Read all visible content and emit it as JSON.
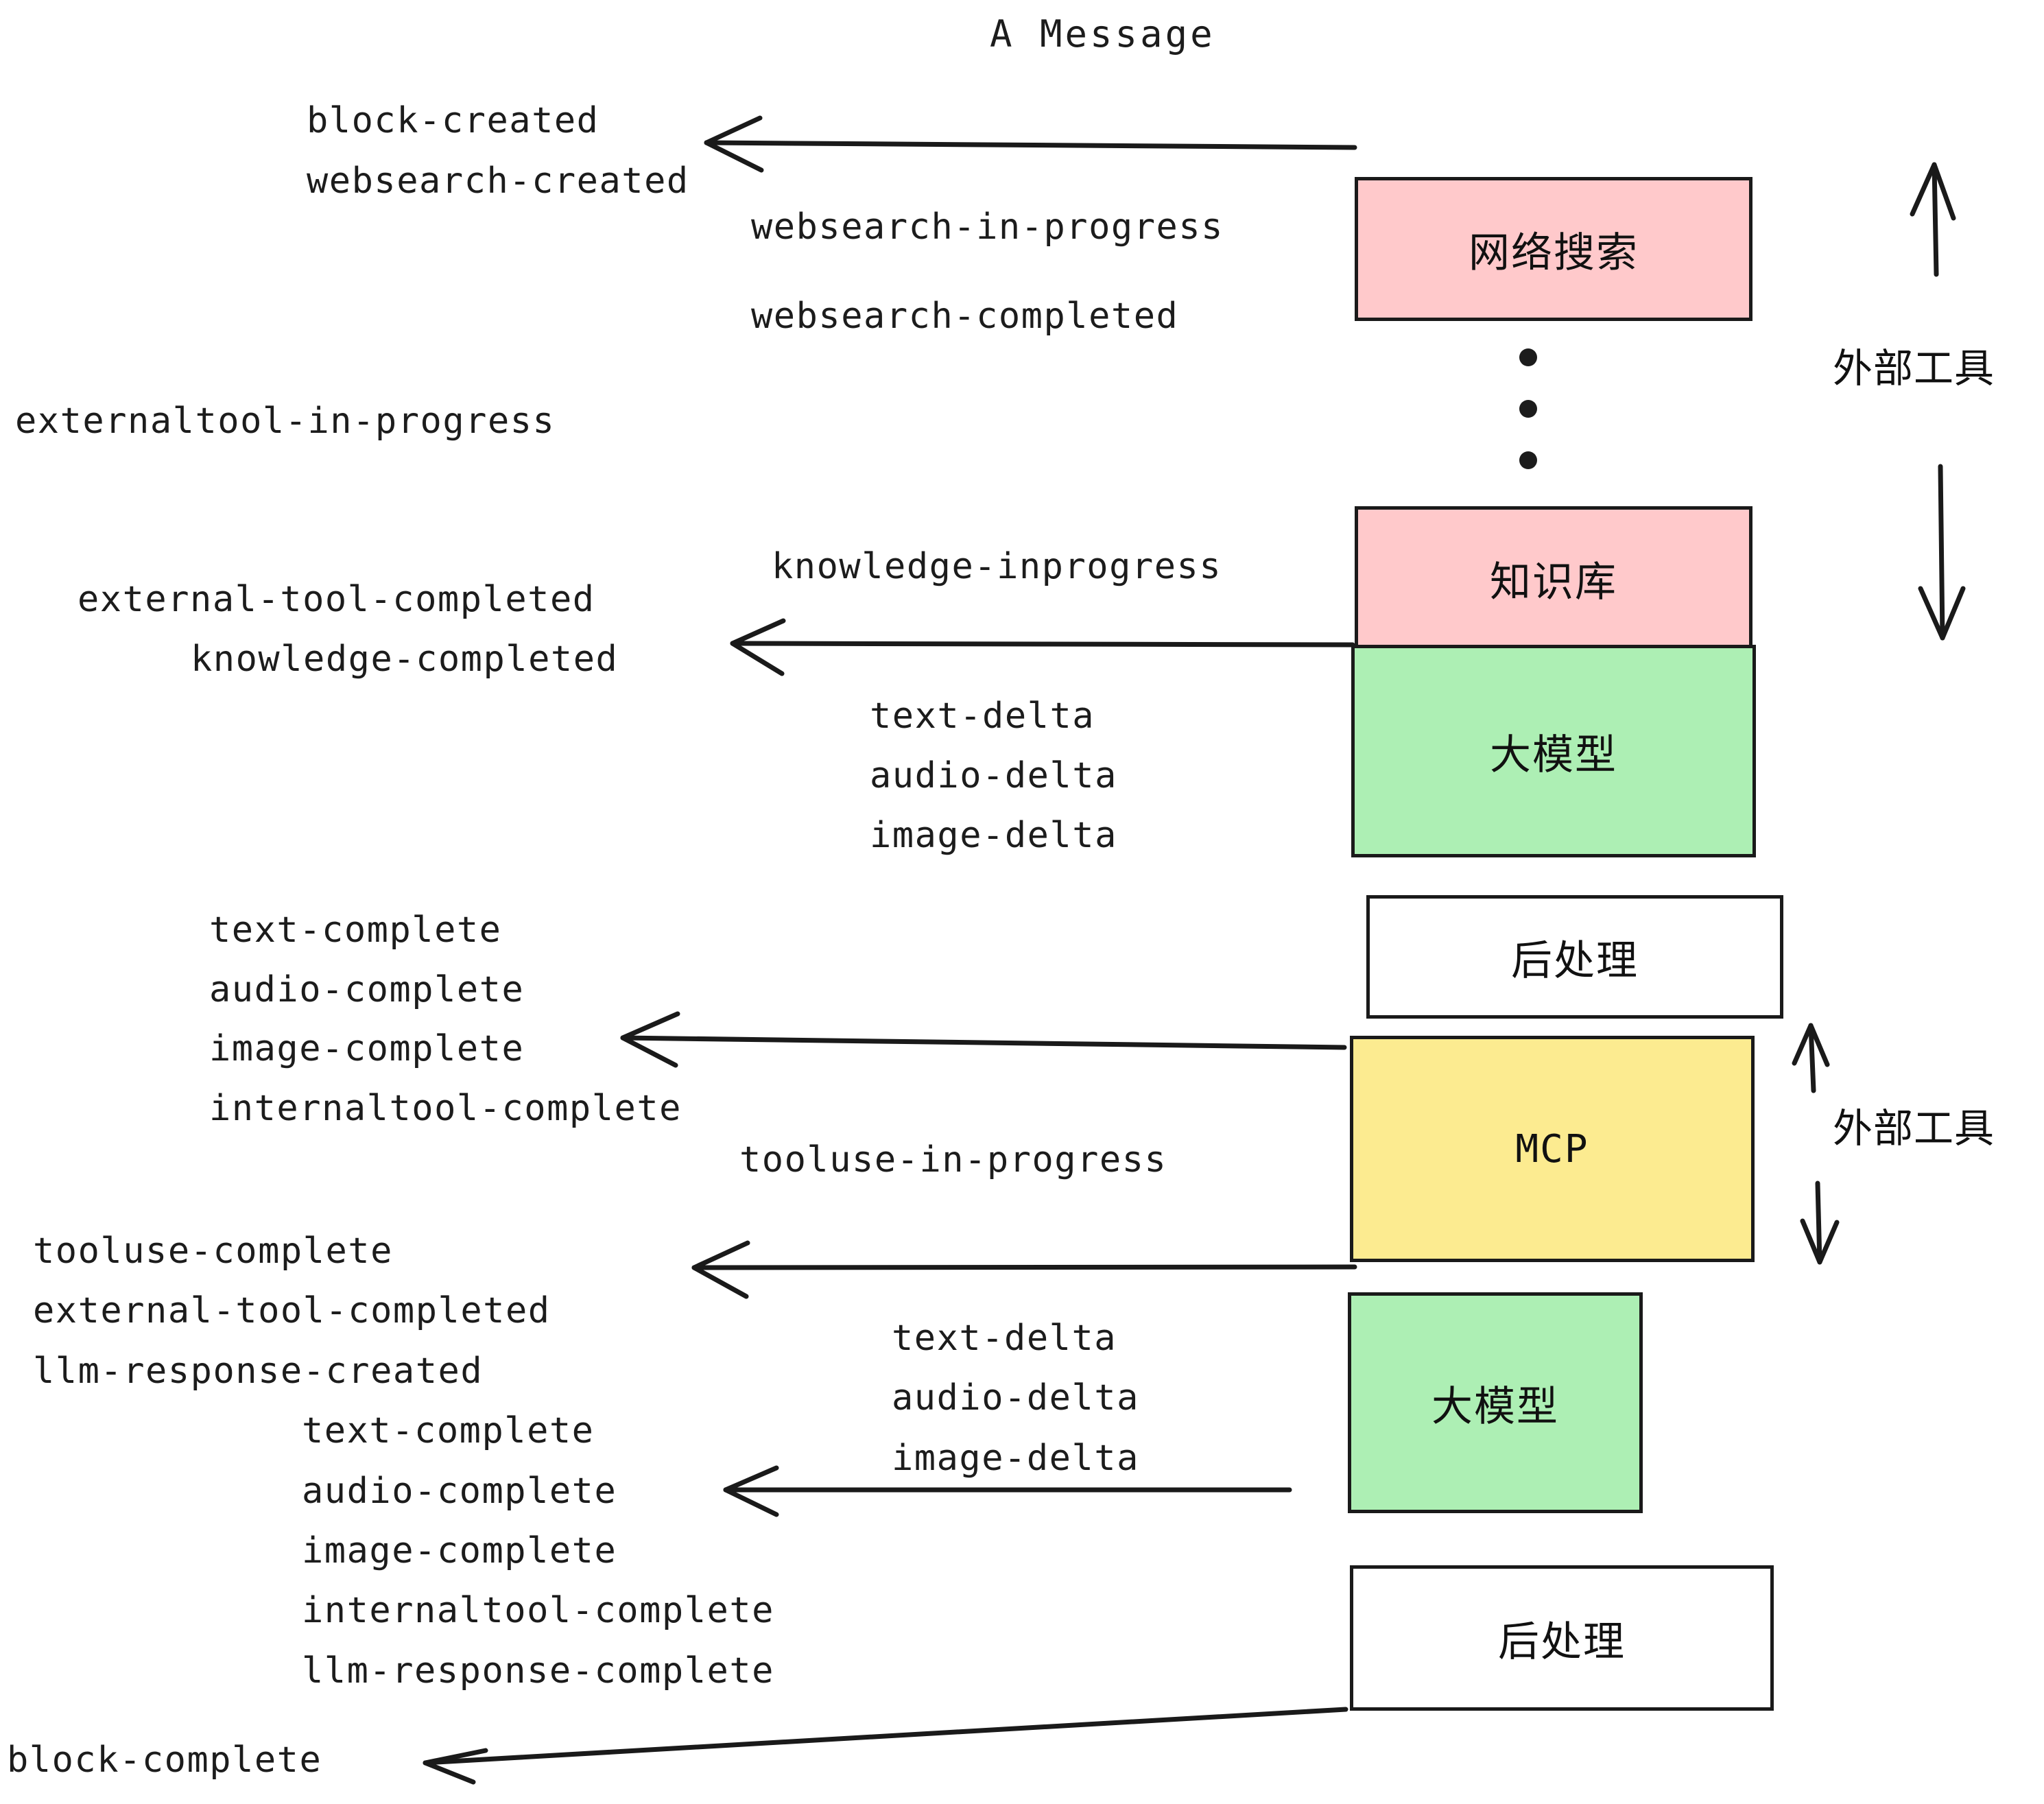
{
  "title": "A Message",
  "colors": {
    "pink": "#FFC9CB",
    "green": "#ADEFB4",
    "yellow": "#FCEB90",
    "white": "#FFFFFF",
    "stroke": "#1A1A1A",
    "text": "#1C1C1C"
  },
  "nodes": [
    {
      "id": "websearch",
      "label": "网络搜索",
      "fill": "#FFC9CB"
    },
    {
      "id": "knowledge",
      "label": "知识库",
      "fill": "#FFC9CB"
    },
    {
      "id": "llm-1",
      "label": "大模型",
      "fill": "#ADEFB4"
    },
    {
      "id": "postprocess-1",
      "label": "后处理",
      "fill": "#FFFFFF"
    },
    {
      "id": "mcp",
      "label": "MCP",
      "fill": "#FCEB90"
    },
    {
      "id": "llm-2",
      "label": "大模型",
      "fill": "#ADEFB4"
    },
    {
      "id": "postprocess-2",
      "label": "后处理",
      "fill": "#FFFFFF"
    }
  ],
  "side_labels": [
    {
      "id": "external-tools-top",
      "label": "外部工具"
    },
    {
      "id": "external-tools-bottom",
      "label": "外部工具"
    }
  ],
  "events": [
    {
      "id": "block-created",
      "text": "block-created"
    },
    {
      "id": "websearch-created",
      "text": "websearch-created"
    },
    {
      "id": "websearch-in-progress",
      "text": "websearch-in-progress"
    },
    {
      "id": "websearch-completed",
      "text": "websearch-completed"
    },
    {
      "id": "externaltool-in-progress",
      "text": "externaltool-in-progress"
    },
    {
      "id": "knowledge-inprogress",
      "text": "knowledge-inprogress"
    },
    {
      "id": "external-tool-completed-1",
      "text": "external-tool-completed"
    },
    {
      "id": "knowledge-completed",
      "text": "knowledge-completed"
    },
    {
      "id": "text-delta-1",
      "text": "text-delta"
    },
    {
      "id": "audio-delta-1",
      "text": "audio-delta"
    },
    {
      "id": "image-delta-1",
      "text": "image-delta"
    },
    {
      "id": "text-complete-1",
      "text": "text-complete"
    },
    {
      "id": "audio-complete-1",
      "text": "audio-complete"
    },
    {
      "id": "image-complete-1",
      "text": "image-complete"
    },
    {
      "id": "internaltool-complete-1",
      "text": "internaltool-complete"
    },
    {
      "id": "tooluse-in-progress",
      "text": "tooluse-in-progress"
    },
    {
      "id": "tooluse-complete",
      "text": "tooluse-complete"
    },
    {
      "id": "external-tool-completed-2",
      "text": "external-tool-completed"
    },
    {
      "id": "llm-response-created",
      "text": "llm-response-created"
    },
    {
      "id": "text-complete-2",
      "text": "text-complete"
    },
    {
      "id": "audio-complete-2",
      "text": "audio-complete"
    },
    {
      "id": "image-complete-2",
      "text": "image-complete"
    },
    {
      "id": "internaltool-complete-2",
      "text": "internaltool-complete"
    },
    {
      "id": "llm-response-complete",
      "text": "llm-response-complete"
    },
    {
      "id": "text-delta-2",
      "text": "text-delta"
    },
    {
      "id": "audio-delta-2",
      "text": "audio-delta"
    },
    {
      "id": "image-delta-2",
      "text": "image-delta"
    },
    {
      "id": "block-complete",
      "text": "block-complete"
    }
  ],
  "ellipsis_dots": 3
}
